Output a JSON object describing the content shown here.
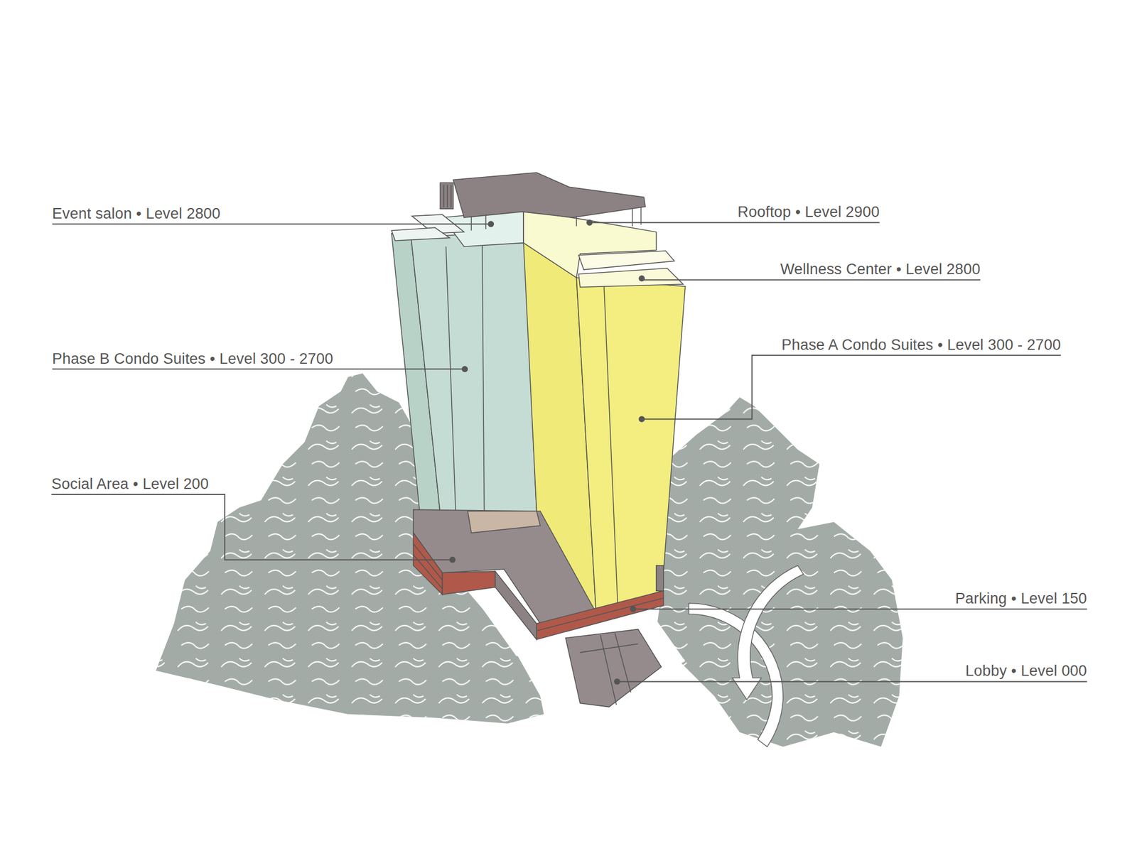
{
  "diagram": {
    "labels": [
      "Event salon • Level 2800",
      "Rooftop • Level 2900",
      "Wellness Center • Level 2800",
      "Phase B Condo Suites • Level 300 - 2700",
      "Phase A Condo Suites • Level 300 - 2700",
      "Social Area • Level 200",
      "Parking • Level 150",
      "Lobby • Level 000"
    ]
  }
}
